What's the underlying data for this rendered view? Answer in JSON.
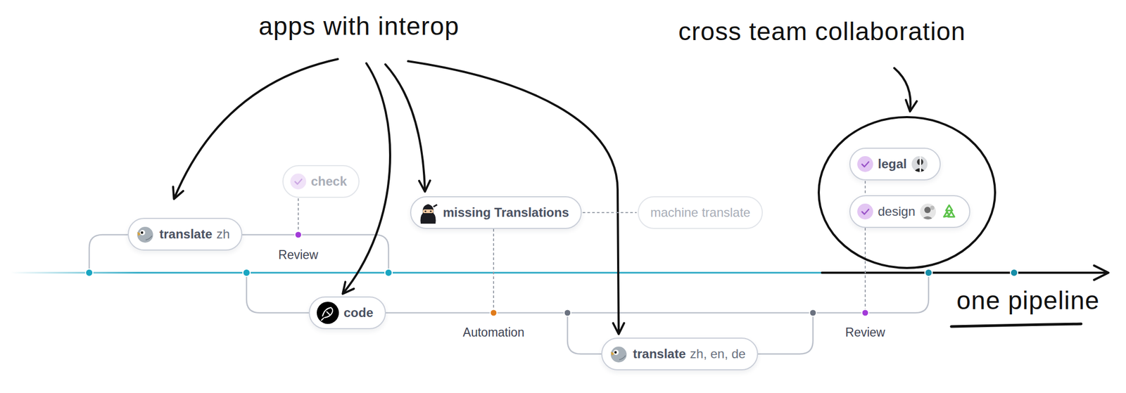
{
  "diagram": {
    "nodes": [
      {
        "text": [
          "translate",
          "zh"
        ]
      },
      {
        "text": [
          "check"
        ]
      },
      {
        "text": [
          "code"
        ]
      },
      {
        "text": [
          "missing Translations"
        ]
      },
      {
        "text": [
          "machine translate"
        ]
      },
      {
        "text": [
          "translate",
          "zh, en, de"
        ]
      },
      {
        "text": [
          "legal"
        ]
      },
      {
        "text": [
          "design"
        ]
      }
    ],
    "edges": [
      {
        "from": 3,
        "to": 4,
        "arrow": "none"
      },
      {
        "from": 6,
        "to": 7,
        "arrow": "none"
      }
    ],
    "labels": [
      "apps with interop",
      "cross team collaboration",
      "Review",
      "Automation",
      "Review",
      "one pipeline"
    ]
  }
}
